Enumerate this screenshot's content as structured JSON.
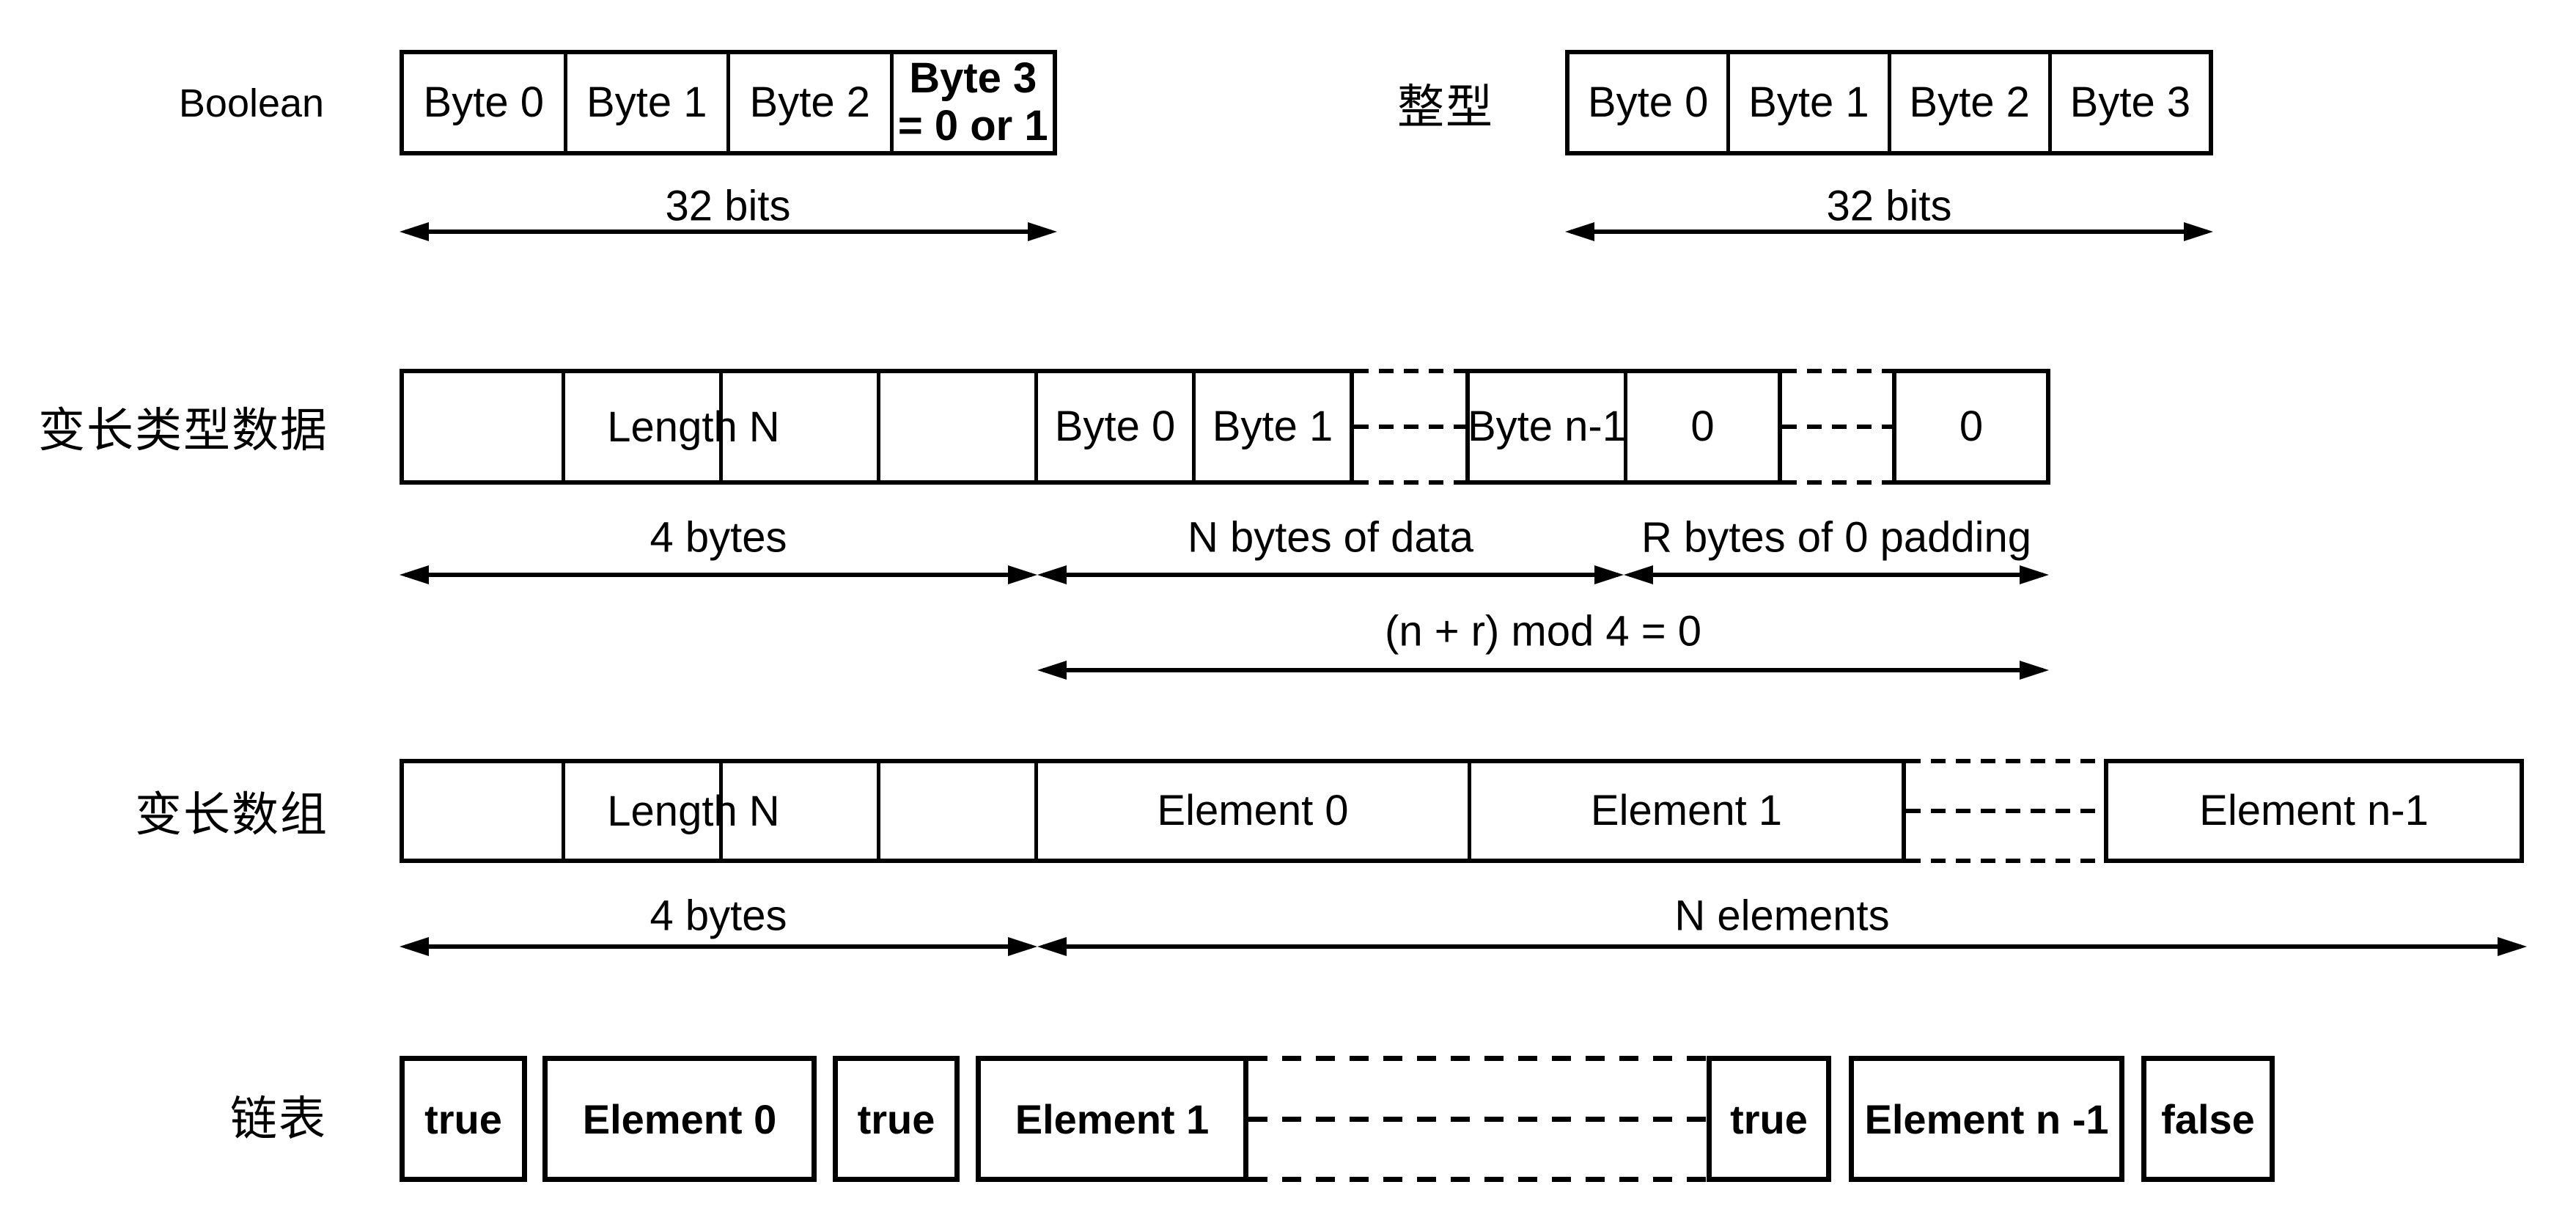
{
  "colors": {
    "ink": "#000000",
    "background": "#ffffff"
  },
  "boolean_row": {
    "label": "Boolean",
    "cells": [
      "Byte 0",
      "Byte 1",
      "Byte 2"
    ],
    "last_cell": {
      "line1": "Byte 3",
      "line2": "= 0 or 1"
    },
    "width_label": "32 bits"
  },
  "integer_row": {
    "label": "整型",
    "cells": [
      "Byte 0",
      "Byte 1",
      "Byte 2",
      "Byte 3"
    ],
    "width_label": "32 bits"
  },
  "var_data_row": {
    "label": "变长类型数据",
    "length_field": "Length N",
    "cells": [
      "Byte 0",
      "Byte 1",
      "Byte n-1",
      "0",
      "0"
    ],
    "bytes_label": "4 bytes",
    "data_label": "N bytes of data",
    "padding_label": "R bytes of 0 padding",
    "mod_label": "(n + r) mod 4 = 0"
  },
  "var_array_row": {
    "label": "变长数组",
    "length_field": "Length N",
    "cells": [
      "Element 0",
      "Element 1",
      "Element n-1"
    ],
    "bytes_label": "4 bytes",
    "elements_label": "N elements"
  },
  "linked_list_row": {
    "label": "链表",
    "cells": [
      "true",
      "Element 0",
      "true",
      "Element 1",
      "true",
      "Element n -1",
      "false"
    ]
  }
}
